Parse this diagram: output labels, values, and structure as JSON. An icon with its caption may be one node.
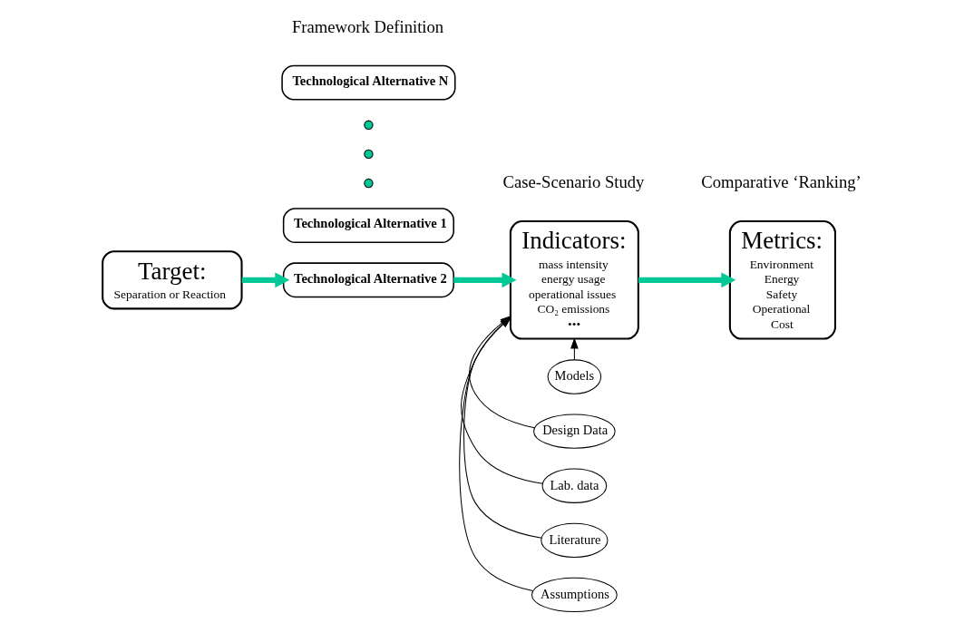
{
  "diagram": {
    "nodes": [
      {
        "text": [
          "Target:",
          "Separation or Reaction"
        ]
      },
      {
        "text": [
          "Technological Alternative 1"
        ]
      },
      {
        "text": [
          "Technological Alternative 2"
        ]
      },
      {
        "text": [],
        "shape": "circle"
      },
      {
        "text": [],
        "shape": "circle"
      },
      {
        "text": [],
        "shape": "circle"
      },
      {
        "text": [
          "Technological Alternative N"
        ]
      },
      {
        "text": [
          "Models"
        ]
      },
      {
        "text": [
          "Design Data"
        ]
      },
      {
        "text": [
          "Lab. data"
        ]
      },
      {
        "text": [
          "Indicators:",
          "mass intensity",
          "energy usage",
          "operational issues",
          "CO₂ emissions",
          "•••"
        ]
      },
      {
        "text": [
          "Literature"
        ]
      },
      {
        "text": [
          "Assumptions"
        ]
      },
      {
        "text": [
          "Metrics:",
          "Environment",
          "Energy",
          "Safety",
          "Operational",
          "Cost"
        ]
      }
    ],
    "edges": [
      {
        "from": 0,
        "to": 2,
        "arrow": "to",
        "style": "thick",
        "color": "#00c896"
      },
      {
        "from": 2,
        "to": 10,
        "arrow": "to",
        "style": "thick",
        "color": "#00c896"
      },
      {
        "from": 10,
        "to": 13,
        "arrow": "to",
        "style": "thick",
        "color": "#00c896"
      },
      {
        "from": 8,
        "to": 10,
        "arrow": "to"
      },
      {
        "from": 7,
        "to": 10,
        "arrow": "to"
      },
      {
        "from": 9,
        "to": 10,
        "arrow": "to"
      },
      {
        "from": 11,
        "to": 10,
        "arrow": "to"
      },
      {
        "from": 12,
        "to": 10,
        "arrow": "to"
      }
    ],
    "labels": [
      "Framework Definition",
      "Case-Scenario Study",
      "Comparative ‘Ranking’"
    ]
  }
}
